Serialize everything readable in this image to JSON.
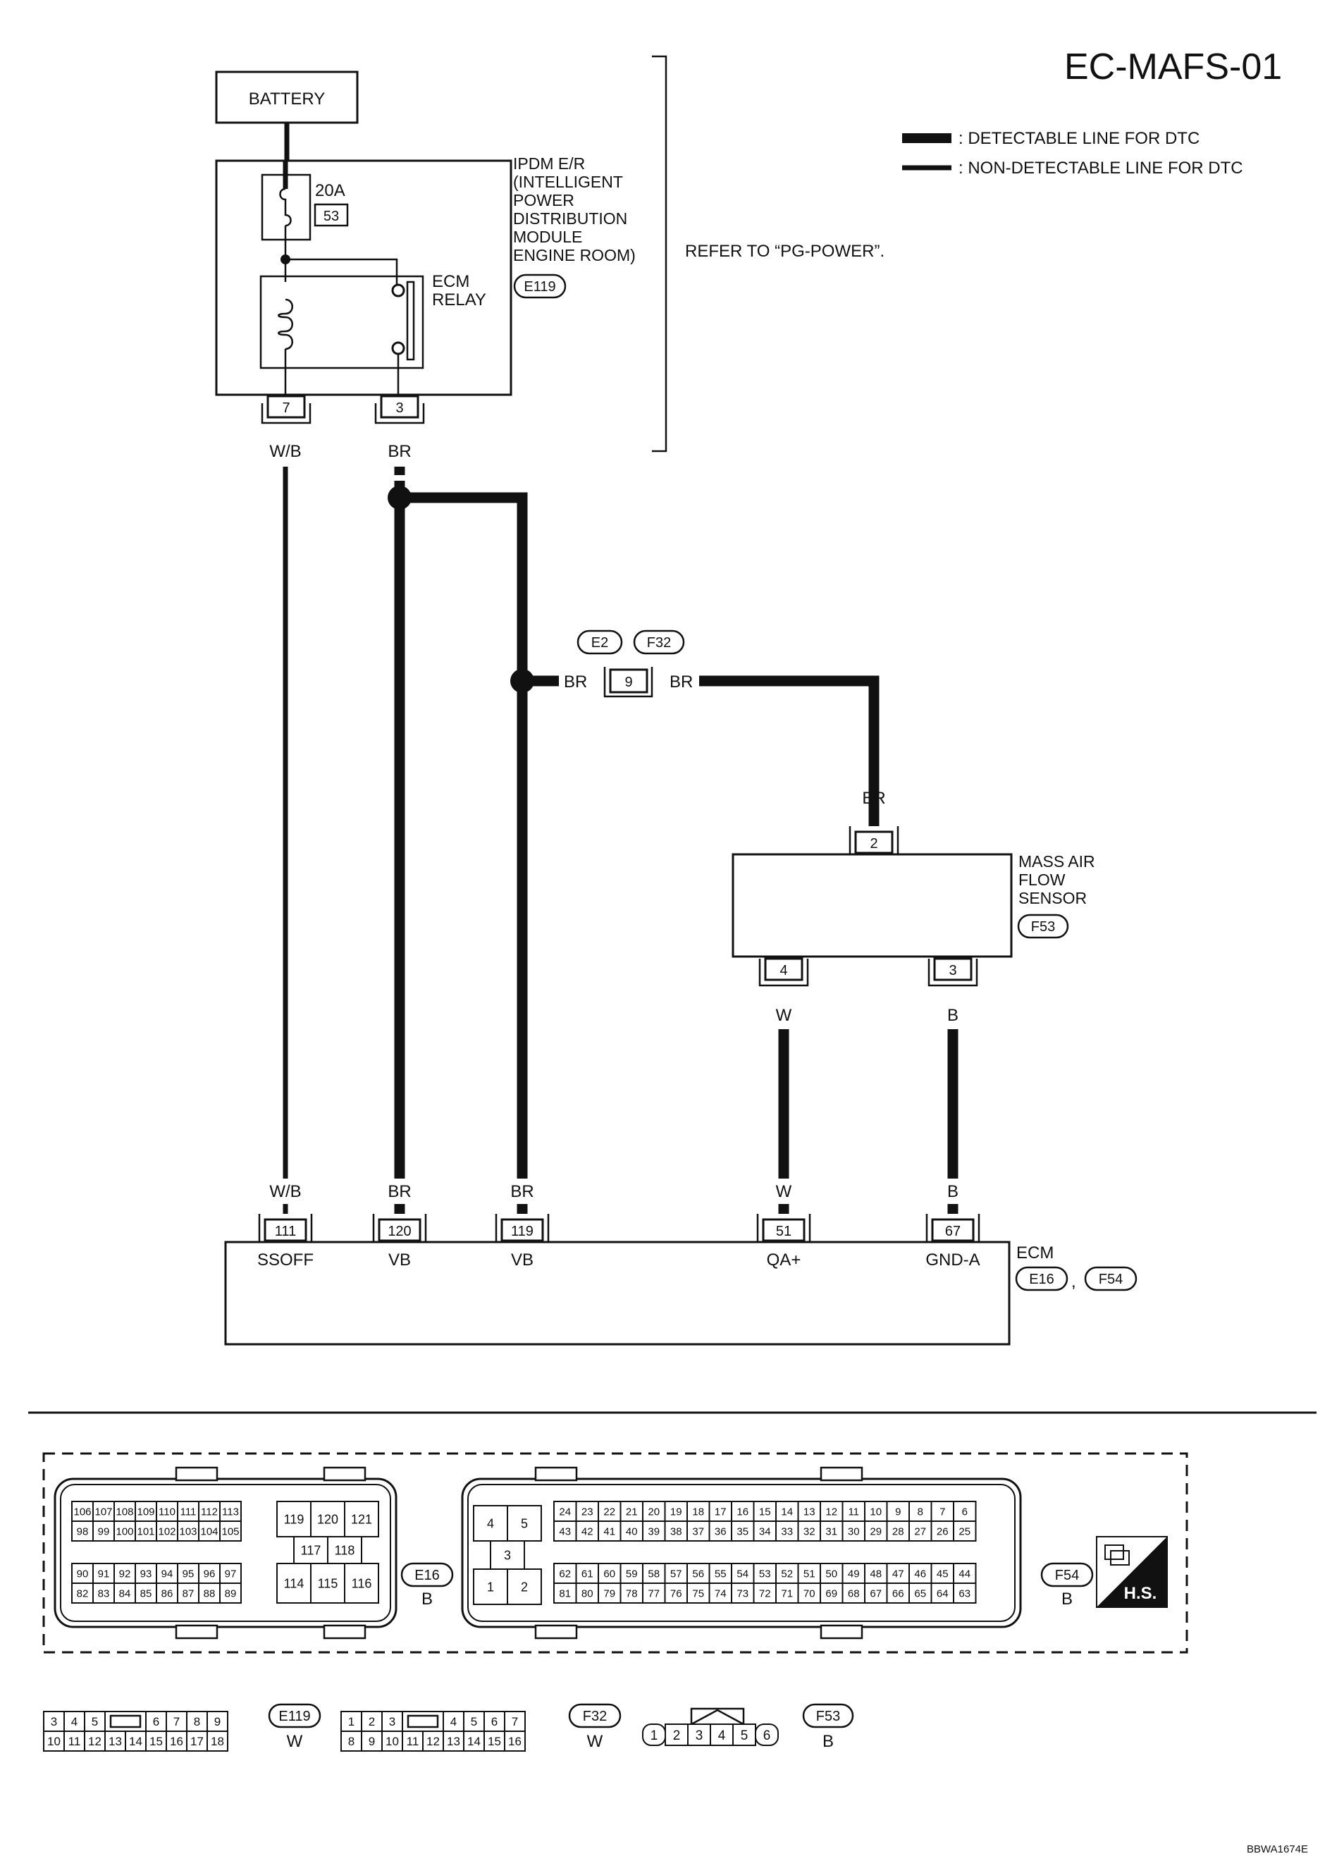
{
  "title": "EC-MAFS-01",
  "legend": {
    "detectable": ": DETECTABLE LINE FOR DTC",
    "non_detectable": ": NON-DETECTABLE LINE FOR DTC"
  },
  "battery": "BATTERY",
  "fuse": {
    "amp": "20A",
    "number": "53"
  },
  "ipdm": {
    "lines": [
      "IPDM E/R",
      "(INTELLIGENT",
      "POWER",
      "DISTRIBUTION",
      "MODULE",
      "ENGINE ROOM)"
    ],
    "connector": "E119"
  },
  "ecm_relay": [
    "ECM",
    "RELAY"
  ],
  "refer": "REFER TO “PG-POWER”.",
  "ipdm_pins": {
    "left": "7",
    "right": "3"
  },
  "wire_colors": {
    "wb": "W/B",
    "br": "BR",
    "w": "W",
    "b": "B"
  },
  "joint": {
    "connectors": [
      "E2",
      "F32"
    ],
    "pin": "9"
  },
  "maf_sensor": {
    "lines": [
      "MASS AIR",
      "FLOW",
      "SENSOR"
    ],
    "connector": "F53",
    "pins": {
      "top": "2",
      "left": "4",
      "right": "3"
    }
  },
  "ecm": {
    "name": "ECM",
    "connectors": [
      "E16",
      "F54"
    ],
    "separator": ",",
    "pins": [
      {
        "num": "111",
        "name": "SSOFF",
        "wire": "W/B"
      },
      {
        "num": "120",
        "name": "VB",
        "wire": "BR"
      },
      {
        "num": "119",
        "name": "VB",
        "wire": "BR"
      },
      {
        "num": "51",
        "name": "QA+",
        "wire": "W"
      },
      {
        "num": "67",
        "name": "GND-A",
        "wire": "B"
      }
    ]
  },
  "e16_face": {
    "id": "E16",
    "color": "B",
    "row1": [
      "106",
      "107",
      "108",
      "109",
      "110",
      "111",
      "112",
      "113"
    ],
    "row2": [
      "98",
      "99",
      "100",
      "101",
      "102",
      "103",
      "104",
      "105"
    ],
    "row3": [
      "90",
      "91",
      "92",
      "93",
      "94",
      "95",
      "96",
      "97"
    ],
    "row4": [
      "82",
      "83",
      "84",
      "85",
      "86",
      "87",
      "88",
      "89"
    ],
    "big_top": [
      "119",
      "120",
      "121"
    ],
    "big_mid": [
      "117",
      "118"
    ],
    "big_bot": [
      "114",
      "115",
      "116"
    ]
  },
  "f54_face": {
    "id": "F54",
    "color": "B",
    "left_top": [
      "4",
      "5"
    ],
    "left_mid": "3",
    "left_bot": [
      "1",
      "2"
    ],
    "row1": [
      "24",
      "23",
      "22",
      "21",
      "20",
      "19",
      "18",
      "17",
      "16",
      "15",
      "14",
      "13",
      "12",
      "11",
      "10",
      "9",
      "8",
      "7",
      "6"
    ],
    "row2": [
      "43",
      "42",
      "41",
      "40",
      "39",
      "38",
      "37",
      "36",
      "35",
      "34",
      "33",
      "32",
      "31",
      "30",
      "29",
      "28",
      "27",
      "26",
      "25"
    ],
    "row3": [
      "62",
      "61",
      "60",
      "59",
      "58",
      "57",
      "56",
      "55",
      "54",
      "53",
      "52",
      "51",
      "50",
      "49",
      "48",
      "47",
      "46",
      "45",
      "44"
    ],
    "row4": [
      "81",
      "80",
      "79",
      "78",
      "77",
      "76",
      "75",
      "74",
      "73",
      "72",
      "71",
      "70",
      "69",
      "68",
      "67",
      "66",
      "65",
      "64",
      "63"
    ]
  },
  "hs_icon": "H.S.",
  "e119_face": {
    "id": "E119",
    "color": "W",
    "top_left": [
      "3",
      "4",
      "5"
    ],
    "top_right": [
      "6",
      "7",
      "8",
      "9"
    ],
    "bottom": [
      "10",
      "11",
      "12",
      "13",
      "14",
      "15",
      "16",
      "17",
      "18"
    ]
  },
  "f32_face": {
    "id": "F32",
    "color": "W",
    "top_left": [
      "1",
      "2",
      "3"
    ],
    "top_right": [
      "4",
      "5",
      "6",
      "7"
    ],
    "bottom": [
      "8",
      "9",
      "10",
      "11",
      "12",
      "13",
      "14",
      "15",
      "16"
    ]
  },
  "f53_face": {
    "id": "F53",
    "color": "B",
    "pins": [
      "1",
      "2",
      "3",
      "4",
      "5",
      "6"
    ]
  },
  "footer_code": "BBWA1674E"
}
